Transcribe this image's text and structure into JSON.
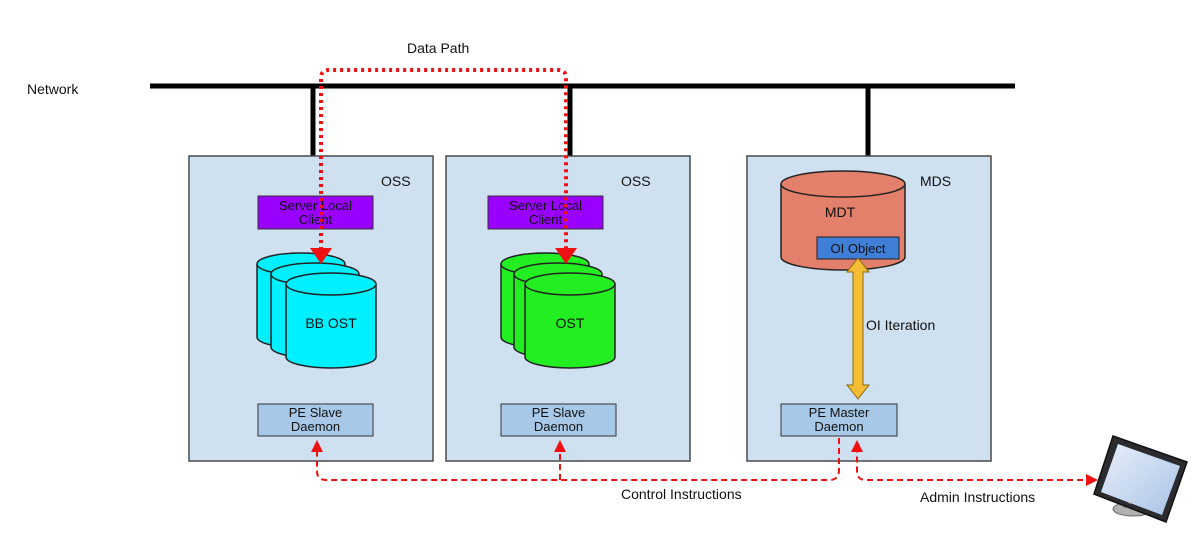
{
  "labels": {
    "data_path": "Data Path",
    "network": "Network",
    "control_instructions": "Control Instructions",
    "admin_instructions": "Admin Instructions",
    "oi_iteration": "OI Iteration"
  },
  "servers": [
    {
      "title": "OSS",
      "client": [
        "Server Local",
        "Client"
      ],
      "storage_label": "BB OST",
      "daemon": [
        "PE Slave",
        "Daemon"
      ]
    },
    {
      "title": "OSS",
      "client": [
        "Server Local",
        "Client"
      ],
      "storage_label": "OST",
      "daemon": [
        "PE Slave",
        "Daemon"
      ]
    },
    {
      "title": "MDS",
      "target_label": "MDT",
      "object_label": "OI Object",
      "daemon": [
        "PE Master",
        "Daemon"
      ]
    }
  ],
  "colors": {
    "box_fill": "#cfe0f1",
    "daemon_fill": "#a8c8e8",
    "client_fill": "#9900ff",
    "bb_ost_fill": "#00f0ff",
    "ost_fill": "#22ee22",
    "mdt_fill": "#e2806b",
    "oi_object_fill": "#3f7fd8",
    "arrow_red": "#ee1111",
    "oi_arrow": "#f5bd33"
  },
  "icons": {
    "admin_terminal": "monitor-icon"
  }
}
